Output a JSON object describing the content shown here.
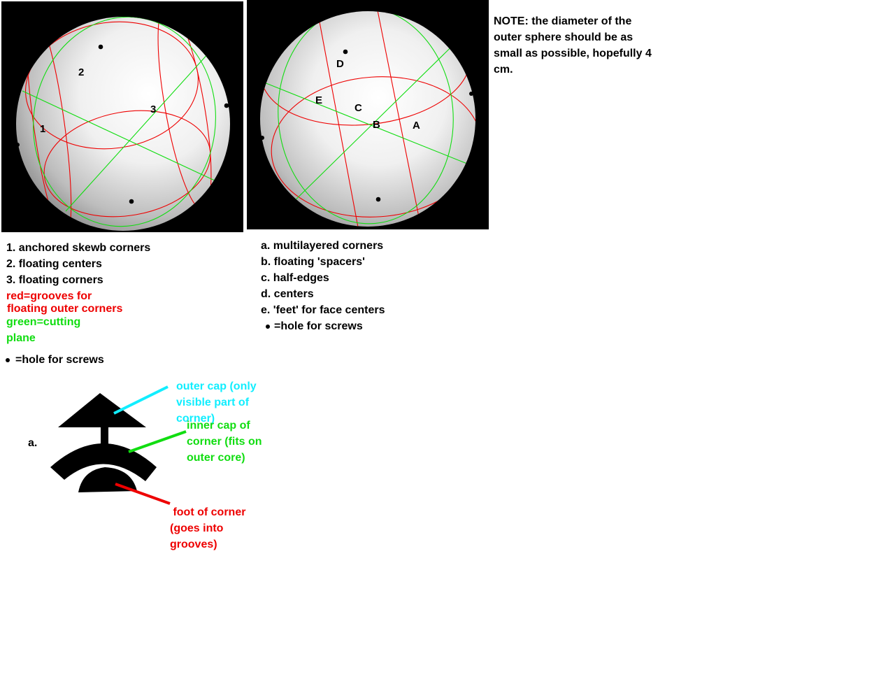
{
  "note": {
    "lines": [
      "NOTE: the diameter of the",
      "outer sphere should be as",
      "small as possible, hopefully 4",
      "cm."
    ]
  },
  "left_sphere": {
    "labels": [
      "1",
      "2",
      "3"
    ]
  },
  "right_sphere": {
    "labels": [
      "A",
      "B",
      "C",
      "D",
      "E"
    ]
  },
  "left_legend": {
    "items": [
      "1. anchored skewb corners",
      "2. floating centers",
      "3. floating corners"
    ],
    "red_lines": [
      "red=grooves for",
      "floating outer corners"
    ],
    "green_lines": [
      "green=cutting",
      "plane"
    ],
    "hole": "=hole for screws"
  },
  "right_legend": {
    "items": [
      "a. multilayered corners",
      "b. floating 'spacers'",
      "c. half-edges",
      "d. centers",
      "e. 'feet' for face centers"
    ],
    "hole": "=hole for screws"
  },
  "corner_diagram": {
    "label": "a.",
    "outer_cap": [
      "outer cap (only",
      "visible part of",
      "corner)"
    ],
    "inner_cap": [
      "inner cap of",
      "corner (fits on",
      "outer core)"
    ],
    "foot": [
      " foot of corner",
      "(goes into",
      "grooves)"
    ]
  },
  "colors": {
    "groove": "#ee0000",
    "cutting_plane": "#11dd11",
    "outer_cap_pointer": "#11eeff",
    "background": "#000000"
  }
}
